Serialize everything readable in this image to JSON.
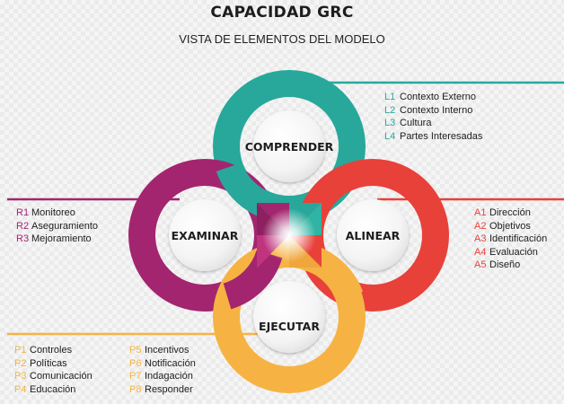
{
  "header": {
    "title": "CAPACIDAD GRC",
    "subtitle": "VISTA DE ELEMENTOS DEL MODELO"
  },
  "colors": {
    "comprender": "#27a89b",
    "examinar": "#a3256f",
    "alinear": "#e8413a",
    "ejecutar": "#f6b343"
  },
  "components": {
    "comprender": {
      "label": "COMPRENDER",
      "items": [
        {
          "code": "L1",
          "label": "Contexto Externo"
        },
        {
          "code": "L2",
          "label": "Contexto Interno"
        },
        {
          "code": "L3",
          "label": "Cultura"
        },
        {
          "code": "L4",
          "label": "Partes Interesadas"
        }
      ]
    },
    "examinar": {
      "label": "EXAMINAR",
      "items": [
        {
          "code": "R1",
          "label": "Monitoreo"
        },
        {
          "code": "R2",
          "label": "Aseguramiento"
        },
        {
          "code": "R3",
          "label": "Mejoramiento"
        }
      ]
    },
    "alinear": {
      "label": "ALINEAR",
      "items": [
        {
          "code": "A1",
          "label": "Dirección"
        },
        {
          "code": "A2",
          "label": "Objetivos"
        },
        {
          "code": "A3",
          "label": "Identificación"
        },
        {
          "code": "A4",
          "label": "Evaluación"
        },
        {
          "code": "A5",
          "label": "Diseño"
        }
      ]
    },
    "ejecutar": {
      "label": "EJECUTAR",
      "items": [
        {
          "code": "P1",
          "label": "Controles"
        },
        {
          "code": "P2",
          "label": "Políticas"
        },
        {
          "code": "P3",
          "label": "Comunicación"
        },
        {
          "code": "P4",
          "label": "Educación"
        },
        {
          "code": "P5",
          "label": "Incentivos"
        },
        {
          "code": "P6",
          "label": "Notificación"
        },
        {
          "code": "P7",
          "label": "Indagación"
        },
        {
          "code": "P8",
          "label": "Responder"
        }
      ]
    }
  }
}
